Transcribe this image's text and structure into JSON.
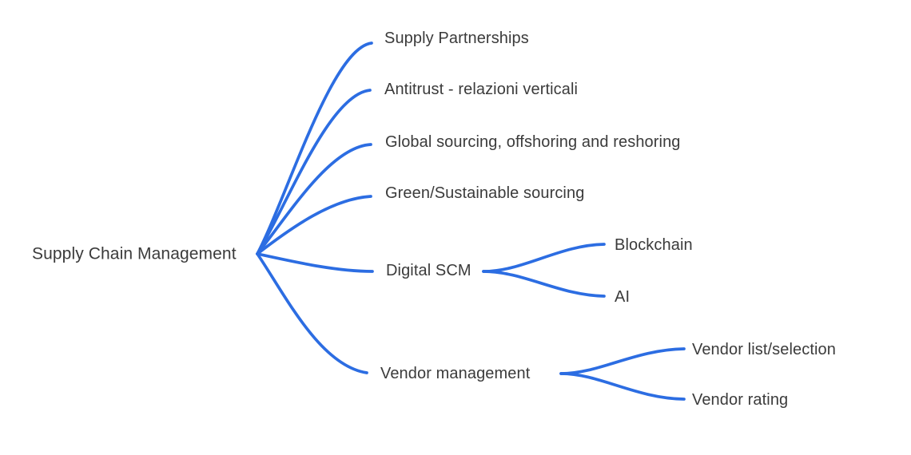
{
  "diagram": {
    "type": "mindmap",
    "root": {
      "label": "Supply Chain Management"
    },
    "branches": [
      {
        "label": "Supply Partnerships",
        "children": []
      },
      {
        "label": "Antitrust - relazioni verticali",
        "children": []
      },
      {
        "label": "Global sourcing, offshoring and reshoring",
        "children": []
      },
      {
        "label": "Green/Sustainable sourcing",
        "children": []
      },
      {
        "label": "Digital SCM",
        "children": [
          {
            "label": "Blockchain"
          },
          {
            "label": "AI"
          }
        ]
      },
      {
        "label": "Vendor management",
        "children": [
          {
            "label": "Vendor list/selection"
          },
          {
            "label": "Vendor rating"
          }
        ]
      }
    ],
    "colors": {
      "line": "#2c6de2",
      "text": "#3b3b3b",
      "background": "#ffffff"
    }
  }
}
